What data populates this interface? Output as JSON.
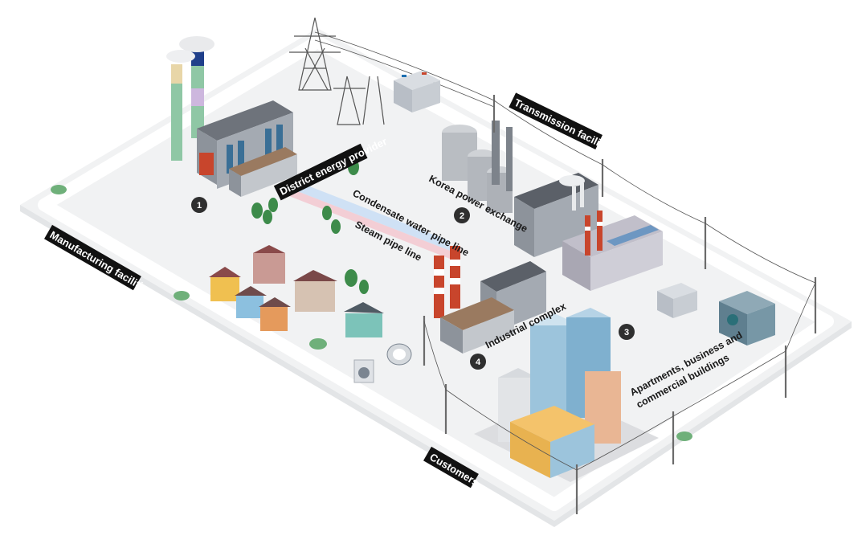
{
  "labels": {
    "transmission": "Transmission facilities",
    "district": "District energy provider",
    "korea_power": "Korea power exchange",
    "condensate": "Condensate water pipe line",
    "steam": "Steam pipe line",
    "manufacturing": "Manufacturing facilities",
    "industrial": "Industrial complex",
    "apartments_1": "Apartments, business and",
    "apartments_2": "commercial buildings",
    "customers": "Customers"
  },
  "badges": {
    "b1": "1",
    "b2": "2",
    "b3": "3",
    "b4": "4"
  },
  "colors": {
    "ground": "#f1f2f3",
    "road": "#ffffff",
    "badge": "#2f2f2f",
    "label_bg": "#111111",
    "steam_pipe": "#f3c8cf",
    "condensate_pipe": "#c9def4",
    "stack_red": "#c8452c",
    "glass": "#9cc4dc"
  }
}
